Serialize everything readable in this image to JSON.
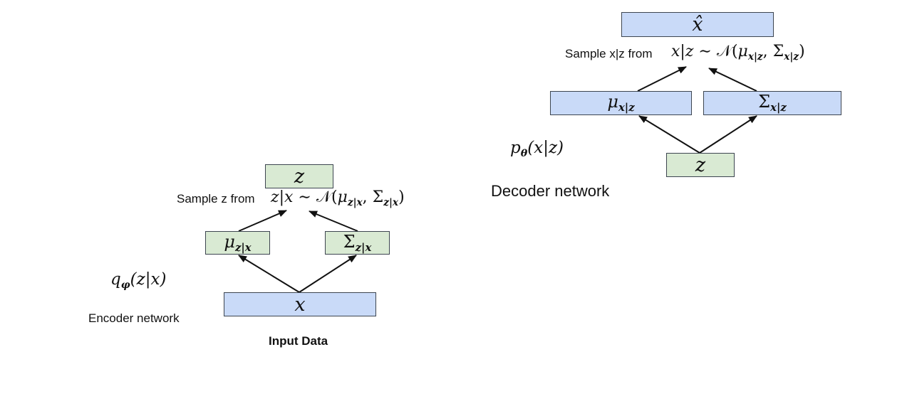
{
  "encoder": {
    "title": "Encoder network",
    "distribution": {
      "fn": "q",
      "sub": "φ",
      "args": "(z|x)"
    },
    "input_caption": "Input Data",
    "sample_prefix": "Sample z from",
    "sample_expr": {
      "lhs": "z|x",
      "sim": "∼",
      "N": "𝒩",
      "open": "(",
      "mu": "μ",
      "mu_sub": "z|x",
      "comma": ",",
      "sigma": "Σ",
      "sigma_sub": "z|x",
      "close": ")"
    },
    "boxes": {
      "input": {
        "sym": "x"
      },
      "mu": {
        "sym": "μ",
        "sub": "z|x"
      },
      "sigma": {
        "sym": "Σ",
        "sub": "z|x"
      },
      "output": {
        "sym": "z"
      }
    }
  },
  "decoder": {
    "title": "Decoder network",
    "distribution": {
      "fn": "p",
      "sub": "θ",
      "args": "(x|z)"
    },
    "sample_prefix": "Sample x|z from",
    "sample_expr": {
      "lhs": "x|z",
      "sim": "∼",
      "N": "𝒩",
      "open": "(",
      "mu": "μ",
      "mu_sub": "x|z",
      "comma": ",",
      "sigma": "Σ",
      "sigma_sub": "x|z",
      "close": ")"
    },
    "boxes": {
      "input": {
        "sym": "z"
      },
      "mu": {
        "sym": "μ",
        "sub": "x|z"
      },
      "sigma": {
        "sym": "Σ",
        "sub": "x|z"
      },
      "output": {
        "sym": "x̂"
      }
    }
  },
  "colors": {
    "green_box": "#d9ead3",
    "blue_box": "#c9daf8",
    "arrow": "#111111"
  }
}
